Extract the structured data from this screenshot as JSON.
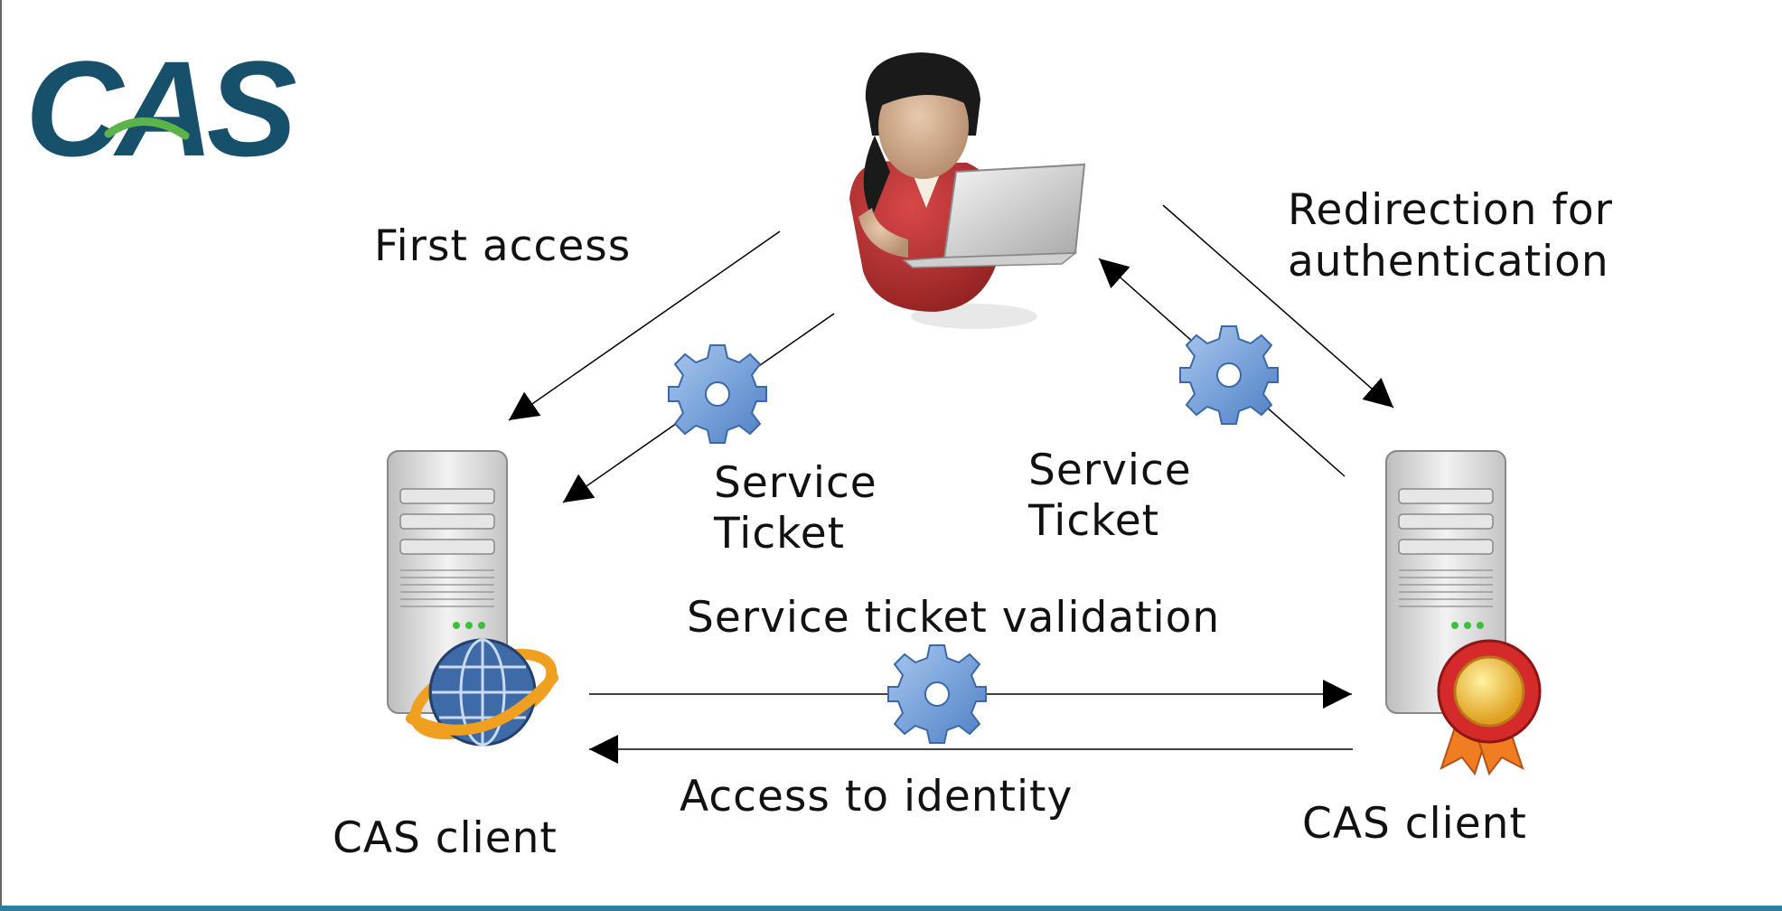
{
  "logo": {
    "text": "CAS",
    "color": "#16506b",
    "swoosh_color": "#5bb44a"
  },
  "labels": {
    "first_access": "First access",
    "redirection_line1": "Redirection for",
    "redirection_line2": "authentication",
    "service_ticket_left_line1": "Service",
    "service_ticket_left_line2": "Ticket",
    "service_ticket_right_line1": "Service",
    "service_ticket_right_line2": "Ticket",
    "validation": "Service ticket validation",
    "access_identity": "Access to identity",
    "client_left": "CAS client",
    "client_right": "CAS client"
  },
  "colors": {
    "gear": "#6f9bd6",
    "person_shirt": "#b53030",
    "server_body": "#d9d9d9",
    "globe": "#3f6aa8",
    "ring": "#f0a020",
    "medal": "#d42a2a",
    "bottom_border": "#2a7fa6"
  },
  "icons": [
    "user-icon",
    "laptop-icon",
    "server-icon",
    "globe-icon",
    "medal-icon",
    "gear-icon"
  ]
}
